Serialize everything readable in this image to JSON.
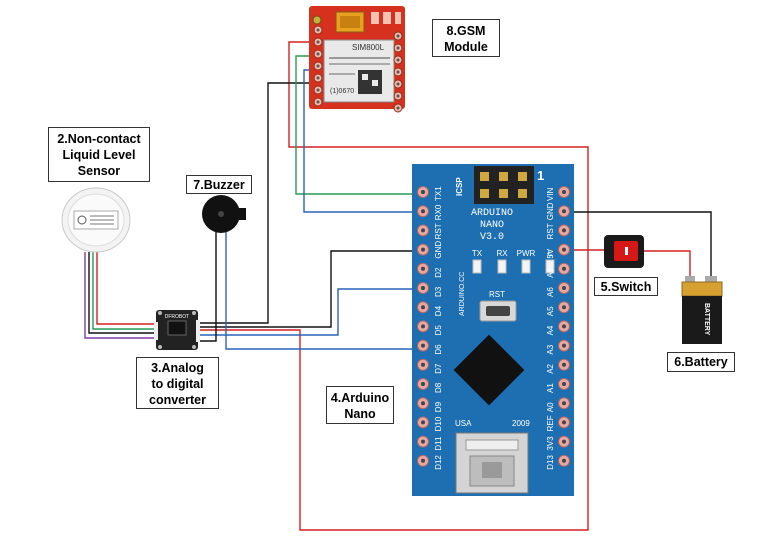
{
  "labels": {
    "gsm": [
      "8.GSM",
      "Module"
    ],
    "sensor": [
      "2.Non-contact",
      "Liquid Level",
      "Sensor"
    ],
    "buzzer": [
      "7.Buzzer"
    ],
    "adc": [
      "3.Analog",
      "to digital",
      "converter"
    ],
    "nano": [
      "4.Arduino",
      "Nano"
    ],
    "switch": [
      "5.Switch"
    ],
    "battery": [
      "6.Battery"
    ]
  },
  "gsm_chip": {
    "model": "SIM800L",
    "serial": "(1)0670"
  },
  "nano_board": {
    "logo_line1": "ARDUINO",
    "logo_line2": "NANO",
    "logo_line3": "V3.0",
    "icsp": "ICSP",
    "rst": "RST",
    "usa": "USA",
    "year": "2009",
    "site": "ARDUINO.CC",
    "led_labels": [
      "TX",
      "RX",
      "PWR",
      "L"
    ],
    "left_pins": [
      "TX1",
      "RX0",
      "RST",
      "GND",
      "D2",
      "D3",
      "D4",
      "D5",
      "D6",
      "D7",
      "D8",
      "D9",
      "D10",
      "D11",
      "D12"
    ],
    "right_pins": [
      "VIN",
      "GND",
      "RST",
      "5V",
      "A7",
      "A6",
      "A5",
      "A4",
      "A3",
      "A2",
      "A1",
      "A0",
      "REF",
      "3V3",
      "D13"
    ]
  },
  "battery_text": "BATTERY",
  "adc_brand": "DFROBOT",
  "colors": {
    "board_blue": "#1d6fb2",
    "gsm_red": "#d6301e",
    "wire_red": "#d42020",
    "wire_black": "#111111",
    "wire_blue": "#2a62b8",
    "wire_green": "#2a9a55"
  }
}
